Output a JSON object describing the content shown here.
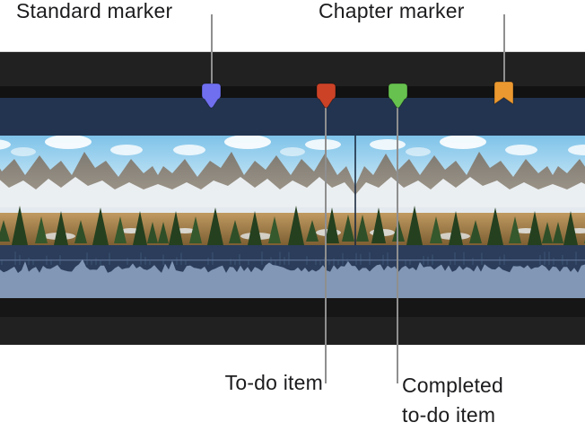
{
  "annotations": {
    "standard_label": "Standard marker",
    "chapter_label": "Chapter marker",
    "todo_label": "To-do item",
    "completed_label_line1": "Completed",
    "completed_label_line2": "to-do item"
  },
  "markers": [
    {
      "name": "standard",
      "shape": "pin",
      "color": "#6f6ff0"
    },
    {
      "name": "todo",
      "shape": "pin",
      "color": "#cb4227"
    },
    {
      "name": "completed",
      "shape": "pin",
      "color": "#66c14e"
    },
    {
      "name": "chapter",
      "shape": "bookmark",
      "color": "#eb9830"
    }
  ],
  "colors": {
    "timeline": {
      "gray_band": "#212121",
      "black_strip": "#121212",
      "clip_navy": "#223450",
      "audio_bg": "#2b3d5a",
      "waveform": "#8297b6",
      "leader_line": "#8f8f8f"
    }
  }
}
